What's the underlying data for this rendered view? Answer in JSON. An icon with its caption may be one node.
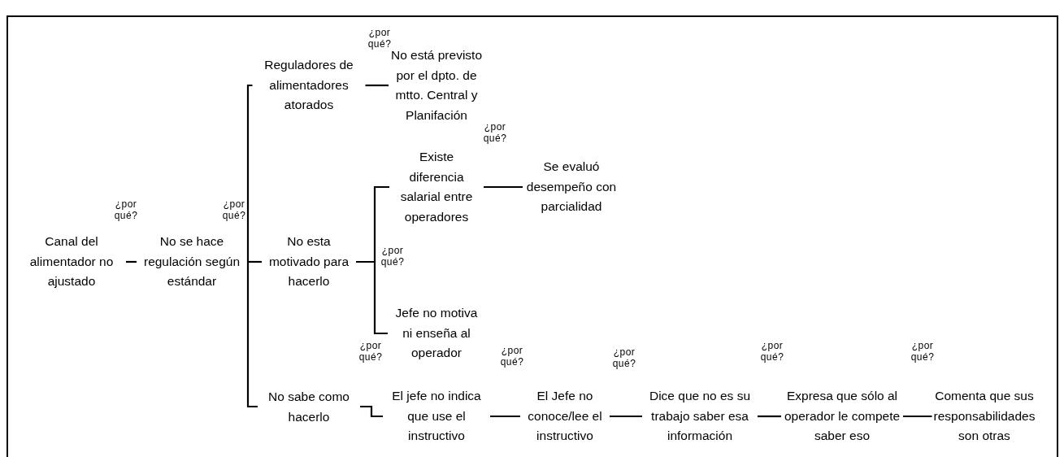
{
  "diagram": {
    "nodes": [
      {
        "text": [
          "Canal del alimentador no ajustado"
        ]
      },
      {
        "text": [
          "No se hace regulación según estándar"
        ]
      },
      {
        "text": [
          "Reguladores de alimentadores atorados"
        ]
      },
      {
        "text": [
          "No esta motivado para hacerlo"
        ]
      },
      {
        "text": [
          "No sabe como hacerlo"
        ]
      },
      {
        "text": [
          "No está previsto por el dpto. de mtto. Central y Planifación"
        ]
      },
      {
        "text": [
          "Existe diferencia salarial entre operadores"
        ]
      },
      {
        "text": [
          "Se evaluó desempeño con parcialidad"
        ]
      },
      {
        "text": [
          "Jefe no motiva ni enseña al operador"
        ]
      },
      {
        "text": [
          "El jefe no indica que use el instructivo"
        ]
      },
      {
        "text": [
          "El Jefe no conoce/lee el instructivo"
        ]
      },
      {
        "text": [
          "Dice que no es su trabajo saber esa información"
        ]
      },
      {
        "text": [
          "Expresa que sólo al operador le compete saber eso"
        ]
      },
      {
        "text": [
          "Comenta que sus responsabilidades son otras"
        ]
      }
    ],
    "edges": [
      {
        "from": 0,
        "to": 1,
        "arrow": "none"
      },
      {
        "from": 1,
        "to": 2,
        "arrow": "none"
      },
      {
        "from": 1,
        "to": 3,
        "arrow": "none"
      },
      {
        "from": 1,
        "to": 4,
        "arrow": "none"
      },
      {
        "from": 2,
        "to": 5,
        "arrow": "none"
      },
      {
        "from": 3,
        "to": 6,
        "arrow": "none"
      },
      {
        "from": 3,
        "to": 8,
        "arrow": "none"
      },
      {
        "from": 6,
        "to": 7,
        "arrow": "none"
      },
      {
        "from": 4,
        "to": 9,
        "arrow": "none"
      },
      {
        "from": 9,
        "to": 10,
        "arrow": "none"
      },
      {
        "from": 10,
        "to": 11,
        "arrow": "none"
      },
      {
        "from": 11,
        "to": 12,
        "arrow": "none"
      },
      {
        "from": 12,
        "to": 13,
        "arrow": "none"
      }
    ],
    "labels": [
      "¿por qué?",
      "¿por qué?",
      "¿por qué?",
      "¿por qué?",
      "¿por qué?",
      "¿por qué?",
      "¿por qué?",
      "¿por qué?",
      "¿por qué?",
      "¿por qué?"
    ]
  }
}
